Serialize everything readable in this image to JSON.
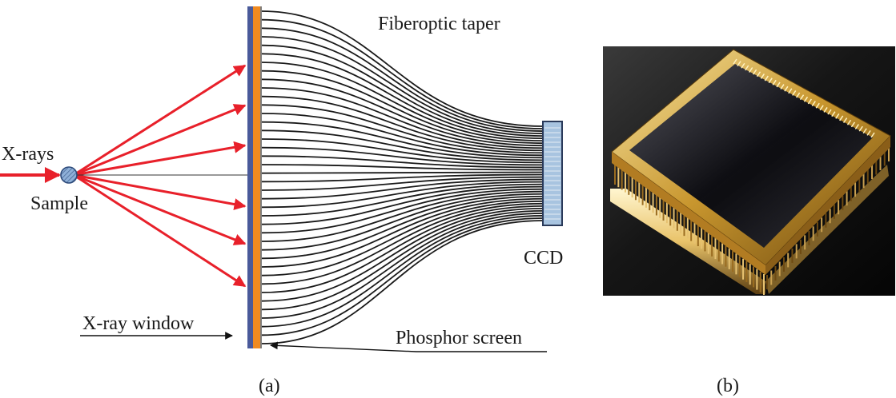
{
  "labels": {
    "xrays": "X-rays",
    "sample": "Sample",
    "fiberoptic_taper": "Fiberoptic taper",
    "ccd": "CCD",
    "xray_window": "X-ray window",
    "phosphor_screen": "Phosphor screen",
    "panel_a": "(a)",
    "panel_b": "(b)"
  },
  "colors": {
    "xray_arrow": "#e8202a",
    "window_layer": "#4a5a9a",
    "phosphor_layer": "#f08a20",
    "fiber": "#1a1a1a",
    "ccd_fill": "#a8c4e0",
    "sample_fill": "#7f9fc8"
  },
  "fiber_count": 40,
  "diffracted_ray_count": 6
}
